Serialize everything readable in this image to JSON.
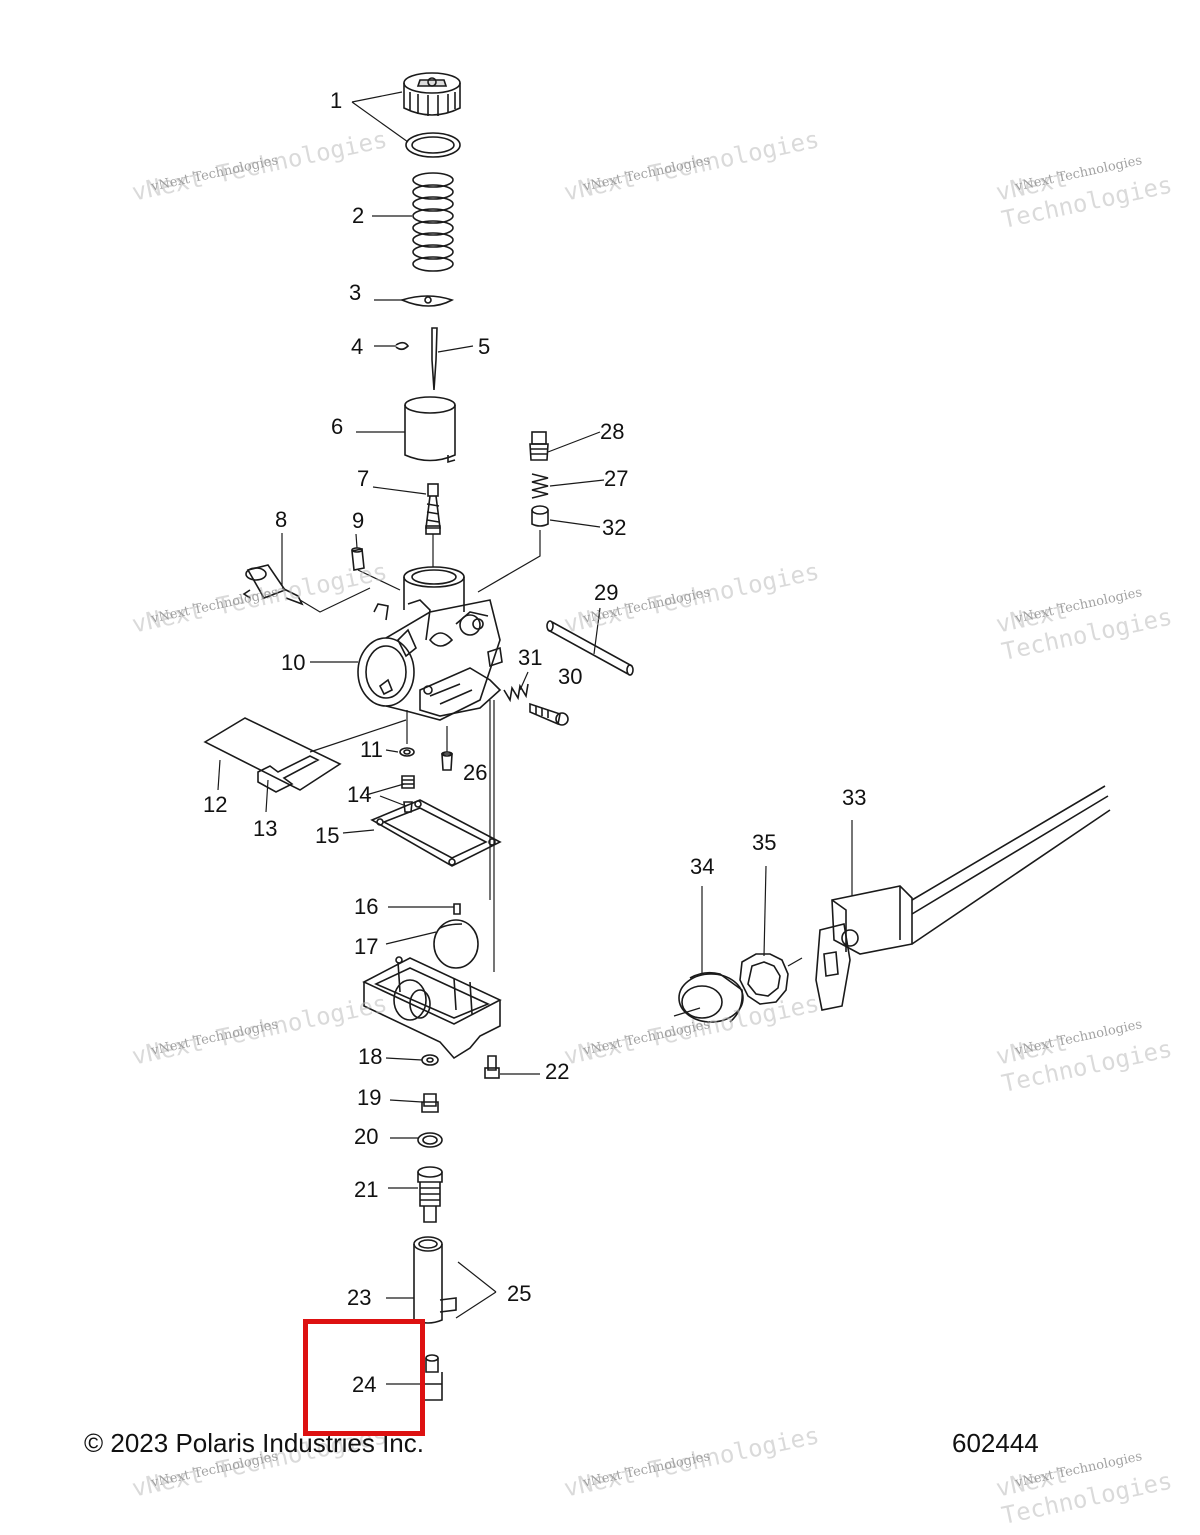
{
  "callouts": {
    "c1": "1",
    "c2": "2",
    "c3": "3",
    "c4": "4",
    "c5": "5",
    "c6": "6",
    "c7": "7",
    "c8": "8",
    "c9": "9",
    "c10": "10",
    "c11": "11",
    "c12": "12",
    "c13": "13",
    "c14": "14",
    "c15": "15",
    "c16": "16",
    "c17": "17",
    "c18": "18",
    "c19": "19",
    "c20": "20",
    "c21": "21",
    "c22": "22",
    "c23": "23",
    "c24": "24",
    "c25": "25",
    "c26": "26",
    "c27": "27",
    "c28": "28",
    "c29": "29",
    "c30": "30",
    "c31": "31",
    "c32": "32",
    "c33": "33",
    "c34": "34",
    "c35": "35"
  },
  "footer": {
    "copyright": "© 2023 Polaris Industries Inc.",
    "drawing_number": "602444"
  },
  "watermark": {
    "line1": "vNext Technologies",
    "line2": "vNext Technologies"
  },
  "highlight": {
    "color": "#dd1111",
    "target_callout": "24"
  }
}
